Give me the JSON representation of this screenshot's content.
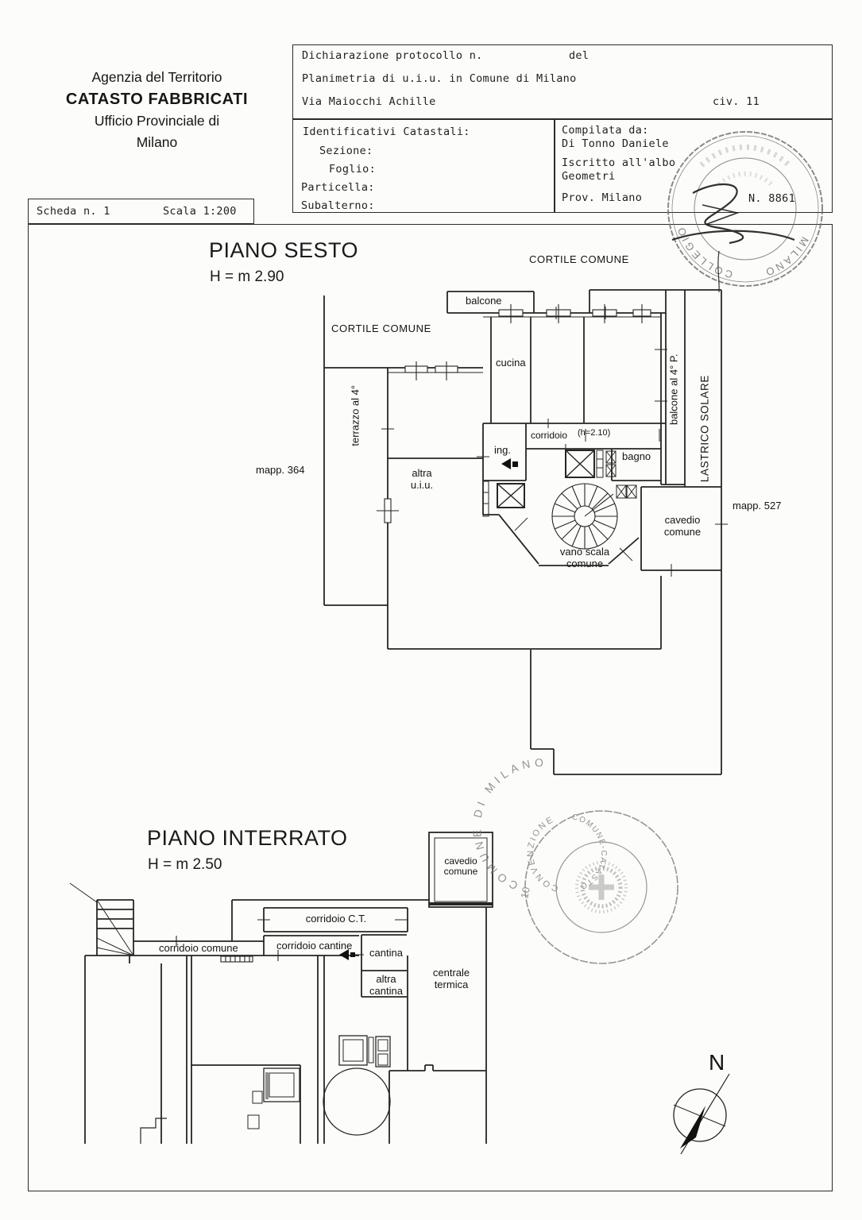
{
  "header": {
    "line1": "Agenzia del Territorio",
    "line2": "CATASTO FABBRICATI",
    "line3": "Ufficio Provinciale di",
    "line4": "Milano"
  },
  "protocol_box": {
    "declaration_label": "Dichiarazione protocollo n.",
    "del_label": "del",
    "planimetria_line": "Planimetria di u.i.u. in Comune di Milano",
    "street": "Via Maiocchi Achille",
    "civic": "civ. 11"
  },
  "catasto_box": {
    "title": "Identificativi Catastali:",
    "sezione": "Sezione:",
    "foglio": "Foglio:",
    "particella": "Particella:",
    "subalterno": "Subalterno:"
  },
  "compiler_box": {
    "title": "Compilata da:",
    "name": "Di Tonno Daniele",
    "albo_line1": "Iscritto all'albo",
    "albo_line2": "Geometri",
    "prov": "Prov. Milano"
  },
  "scheda_box": {
    "scheda": "Scheda n. 1",
    "scala": "Scala 1:200"
  },
  "piano_sesto": {
    "title": "PIANO SESTO",
    "height_label": "H = m 2.90",
    "labels": {
      "cortile_top": "CORTILE COMUNE",
      "cortile_left": "CORTILE COMUNE",
      "balcone": "balcone",
      "cucina": "cucina",
      "terrazzo": "terrazzo al 4°",
      "mapp_364": "mapp. 364",
      "altra_uiu": "altra\nu.i.u.",
      "ing": "ing.",
      "corridoio": "corridoio",
      "corridoio_h": "(h=2.10)",
      "bagno": "bagno",
      "vano_scala": "vano scala\ncomune",
      "cavedio": "cavedio\ncomune",
      "mapp_527": "mapp. 527",
      "balcone_4p": "balcone al 4° P.",
      "lastrico": "LASTRICO SOLARE"
    }
  },
  "piano_interrato": {
    "title": "PIANO INTERRATO",
    "height_label": "H = m 2.50",
    "labels": {
      "cavedio": "cavedio\ncomune",
      "corridoio_ct": "corridoio C.T.",
      "corridoio_comune": "corridoio comune",
      "corridoio_cantine": "corridoio cantine",
      "cantina": "cantina",
      "altra_cantina": "altra\ncantina",
      "centrale_termica": "centrale\ntermica"
    }
  },
  "stamps": {
    "collegio": {
      "number": "N. 8861",
      "fragment_left": "COLLEGIO",
      "fragment_right": "MILANO"
    },
    "comune": {
      "outer_text": "COMUNE DI MILANO",
      "outer_left": "10",
      "inner_top": "CONVENZIONE",
      "inner_bottom": "COMUNE-CATASTO"
    }
  },
  "compass": {
    "north_label": "N"
  }
}
